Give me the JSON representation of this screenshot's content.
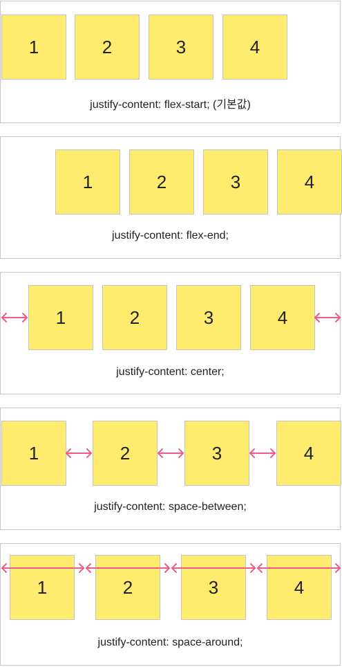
{
  "colors": {
    "box_fill": "#ffec6e",
    "box_border": "#c4c4c4",
    "panel_border": "#c8c8c8",
    "arrow": "#ef5b83",
    "text": "#222222"
  },
  "panels": [
    {
      "caption": "justify-content: flex-start; (기본값)",
      "boxes": [
        "1",
        "2",
        "3",
        "4"
      ]
    },
    {
      "caption": "justify-content: flex-end;",
      "boxes": [
        "1",
        "2",
        "3",
        "4"
      ]
    },
    {
      "caption": "justify-content: center;",
      "boxes": [
        "1",
        "2",
        "3",
        "4"
      ]
    },
    {
      "caption": "justify-content: space-between;",
      "boxes": [
        "1",
        "2",
        "3",
        "4"
      ]
    },
    {
      "caption": "justify-content: space-around;",
      "boxes": [
        "1",
        "2",
        "3",
        "4"
      ]
    }
  ]
}
